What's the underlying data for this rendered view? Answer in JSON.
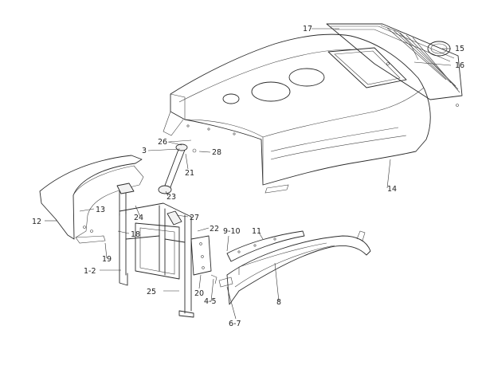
{
  "callouts": [
    {
      "id": "c1",
      "text": "1-2"
    },
    {
      "id": "c3",
      "text": "3"
    },
    {
      "id": "c4",
      "text": "4-5"
    },
    {
      "id": "c6",
      "text": "6-7"
    },
    {
      "id": "c8",
      "text": "8"
    },
    {
      "id": "c9",
      "text": "9-10"
    },
    {
      "id": "c11",
      "text": "11"
    },
    {
      "id": "c12",
      "text": "12"
    },
    {
      "id": "c13",
      "text": "13"
    },
    {
      "id": "c14",
      "text": "14"
    },
    {
      "id": "c15",
      "text": "15"
    },
    {
      "id": "c16",
      "text": "16"
    },
    {
      "id": "c17",
      "text": "17"
    },
    {
      "id": "c18",
      "text": "18"
    },
    {
      "id": "c19",
      "text": "19"
    },
    {
      "id": "c20",
      "text": "20"
    },
    {
      "id": "c21",
      "text": "21"
    },
    {
      "id": "c22",
      "text": "22"
    },
    {
      "id": "c23",
      "text": "23"
    },
    {
      "id": "c24",
      "text": "24"
    },
    {
      "id": "c25",
      "text": "25"
    },
    {
      "id": "c26",
      "text": "26"
    },
    {
      "id": "c27",
      "text": "27"
    },
    {
      "id": "c28",
      "text": "28"
    }
  ]
}
